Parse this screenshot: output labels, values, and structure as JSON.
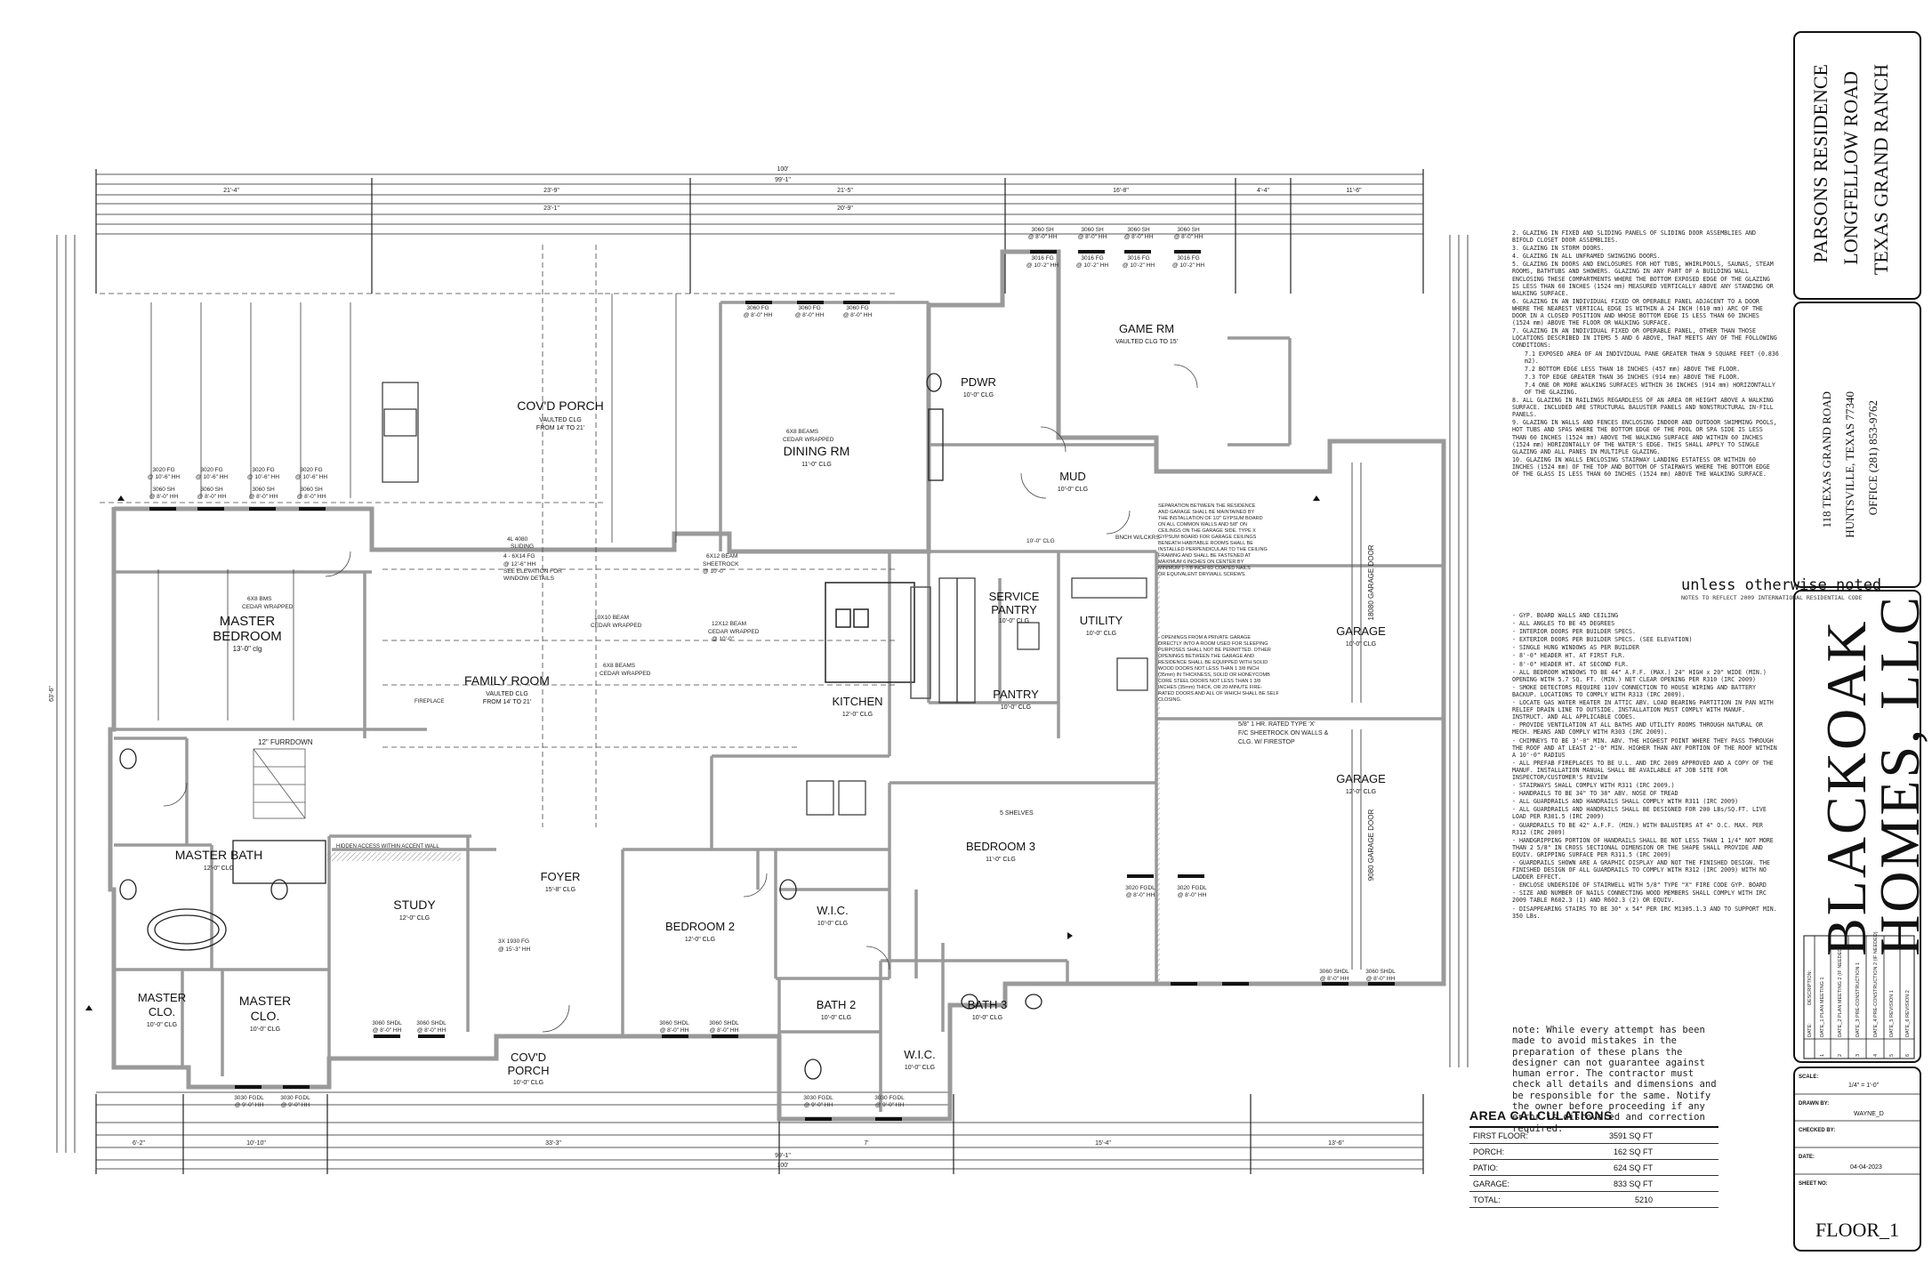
{
  "project": {
    "title": "PARSONS RESIDENCE",
    "line2": "LONGFELLOW ROAD",
    "line3": "TEXAS GRAND RANCH"
  },
  "builder": {
    "address1": "118 TEXAS GRAND ROAD",
    "address2": "HUNTSVILLE, TEXAS 77340",
    "phone": "OFFICE (281) 853-9762",
    "logo_line1": "BLACKOAK",
    "logo_line2": "HOMES, LLC"
  },
  "revisions": {
    "headers": [
      "DATE:",
      "DESCRIPTION:"
    ],
    "rows": [
      {
        "no": "1",
        "date": "DATE_1",
        "desc": "PLAN MEETING 1"
      },
      {
        "no": "2",
        "date": "DATE_2",
        "desc": "PLAN MEETING 2 (IF NEEDED)"
      },
      {
        "no": "3",
        "date": "DATE_3",
        "desc": "PRE-CONSTRUCTION 1"
      },
      {
        "no": "4",
        "date": "DATE_4",
        "desc": "PRE-CONSTRUCTION 2 (IF NEEDED)"
      },
      {
        "no": "5",
        "date": "DATE_5",
        "desc": "REVISION 1"
      },
      {
        "no": "6",
        "date": "DATE_6",
        "desc": "REVISION 2"
      }
    ]
  },
  "sheet": {
    "scale_label": "SCALE:",
    "scale": "1/4\" = 1'-0\"",
    "drawn_by_label": "DRAWN BY:",
    "drawn_by": "WAYNE_D",
    "checked_by_label": "CHECKED BY:",
    "date_label": "DATE:",
    "date": "04-04-2023",
    "sheet_no_label": "SHEET NO:",
    "sheet_no": "FLOOR_1"
  },
  "rooms": [
    {
      "name": "COV'D PORCH",
      "sub": "VAULTED CLG\nFROM 14' TO 21'"
    },
    {
      "name": "DINING RM",
      "sub": "11'-0\" CLG"
    },
    {
      "name": "PDWR",
      "sub": "10'-0\" CLG"
    },
    {
      "name": "GAME RM",
      "sub": "VAULTED CLG TO 15'"
    },
    {
      "name": "MUD",
      "sub": "10'-0\" CLG"
    },
    {
      "name": "MASTER",
      "sub": ""
    },
    {
      "name": "BEDROOM",
      "sub": "13'-0\" clg"
    },
    {
      "name": "FAMILY ROOM",
      "sub": "VAULTED CLG\nFROM 14' TO 21'"
    },
    {
      "name": "KITCHEN",
      "sub": "12'-0\" CLG"
    },
    {
      "name": "SERVICE",
      "sub": ""
    },
    {
      "name": "PANTRY",
      "sub": "10'-0\" CLG"
    },
    {
      "name": "PANTRY",
      "sub": "10'-0\" CLG"
    },
    {
      "name": "UTILITY",
      "sub": "10'-0\" CLG"
    },
    {
      "name": "GARAGE",
      "sub": "10'-0\" CLG"
    },
    {
      "name": "GARAGE",
      "sub": "12'-0\" CLG"
    },
    {
      "name": "MASTER BATH",
      "sub": "12'-0\" CLG"
    },
    {
      "name": "STUDY",
      "sub": "12'-0\" CLG"
    },
    {
      "name": "FOYER",
      "sub": "15'-8\" CLG"
    },
    {
      "name": "BEDROOM 2",
      "sub": "12'-0\" CLG"
    },
    {
      "name": "BEDROOM 3",
      "sub": "11'-0\" CLG"
    },
    {
      "name": "W.I.C.",
      "sub": "10'-0\" CLG"
    },
    {
      "name": "BATH 2",
      "sub": "10'-0\" CLG"
    },
    {
      "name": "BATH 3",
      "sub": "10'-0\" CLG"
    },
    {
      "name": "MASTER",
      "sub": ""
    },
    {
      "name": "CLO.",
      "sub": "10'-0\" CLG"
    },
    {
      "name": "MASTER",
      "sub": ""
    },
    {
      "name": "CLO.",
      "sub": "10'-0\" CLG"
    },
    {
      "name": "COV'D",
      "sub": ""
    },
    {
      "name": "PORCH",
      "sub": "10'-0\" CLG"
    },
    {
      "name": "W.I.C.",
      "sub": "10'-0\" CLG"
    }
  ],
  "labels": {
    "garage_door_1": "18080 GARAGE DOOR",
    "garage_door_2": "9080 GARAGE DOOR",
    "firewall": "5/8\" 1 HR. RATED TYPE 'X'\nF/C SHEETROCK ON WALLS &\nCLG. W/ FIRESTOP",
    "shelves": "5 SHELVES",
    "furrdown": "12\" FURRDOWN",
    "hidden_access": "HIDDEN ACCESS WITHIN ACCENT WALL",
    "fireplace": "FIREPLACE",
    "beam1": "6X8 BEAMS\nCEDAR WRAPPED",
    "beam2": "10X10 BEAM\nCEDAR WRAPPED",
    "beam3": "6X8 BEAMS\nCEDAR WRAPPED",
    "beam4": "12X12 BEAM\nCEDAR WRAPPED"
  },
  "dimensions": {
    "overall_top": "100'",
    "overall_top2": "99'-1\"",
    "top_row": [
      "21'-4\"",
      "23'-9\"",
      "21'-5\"",
      "16'-8\"",
      "4'-4\"",
      "11'-6\""
    ],
    "top_row2": [
      "23'-1\"",
      "20'-9\""
    ],
    "left_overall": "63'-6\"",
    "bottom_overall": "100'",
    "bottom_overall2": "99'-1\"",
    "bottom_row": [
      "6'-2\"",
      "10'-10\"",
      "33'-3\"",
      "7'",
      "15'-4\"",
      "13'-6\""
    ]
  },
  "windows": {
    "w1": "3020 FG\n@ 10'-6\" HH",
    "w2": "3060 SH\n@ 8'-0\" HH",
    "w3": "3060 FG\n@ 8'-0\" HH",
    "w4": "3016 FG\n@ 10'-2\" HH",
    "w5": "3060 SHDL\n@ 8'-0\" HH",
    "w6": "3030 FGDL\n@ 9'-0\" HH",
    "w7": "3020 FGDL\n@ 8'-0\" HH"
  },
  "notes_glazing": [
    "2. GLAZING IN FIXED AND SLIDING PANELS OF SLIDING DOOR ASSEMBLIES AND BIFOLD CLOSET DOOR ASSEMBLIES.",
    "3. GLAZING IN STORM DOORS.",
    "4. GLAZING IN ALL UNFRAMED SWINGING DOORS.",
    "5. GLAZING IN DOORS AND ENCLOSURES FOR HOT TUBS, WHIRLPOOLS, SAUNAS, STEAM ROOMS, BATHTUBS AND SHOWERS. GLAZING IN ANY PART OF A BUILDING WALL ENCLOSING THESE COMPARTMENTS WHERE THE BOTTOM EXPOSED EDGE OF THE GLAZING IS LESS THAN 60 INCHES (1524 mm) MEASURED VERTICALLY ABOVE ANY STANDING OR WALKING SURFACE.",
    "6. GLAZING IN AN INDIVIDUAL FIXED OR OPERABLE PANEL ADJACENT TO A DOOR WHERE THE NEAREST VERTICAL EDGE IS WITHIN A 24 INCH (610 mm) ARC OF THE DOOR IN A CLOSED POSITION AND WHOSE BOTTOM EDGE IS LESS THAN 60 INCHES (1524 mm) ABOVE THE FLOOR OR WALKING SURFACE.",
    "7. GLAZING IN AN INDIVIDUAL FIXED OR OPERABLE PANEL, OTHER THAN THOSE LOCATIONS DESCRIBED IN ITEMS 5 AND 6 ABOVE, THAT MEETS ANY OF THE FOLLOWING CONDITIONS:",
    "7.1 EXPOSED AREA OF AN INDIVIDUAL PANE GREATER THAN 9 SQUARE FEET (0.836 m2).",
    "7.2 BOTTOM EDGE LESS THAN 18 INCHES (457 mm) ABOVE THE FLOOR.",
    "7.3 TOP EDGE GREATER THAN 36 INCHES (914 mm) ABOVE THE FLOOR.",
    "7.4 ONE OR MORE WALKING SURFACES WITHIN 36 INCHES (914 mm) HORIZONTALLY OF THE GLAZING.",
    "8. ALL GLAZING IN RAILINGS REGARDLESS OF AN AREA OR HEIGHT ABOVE A WALKING SURFACE. INCLUDED ARE STRUCTURAL BALUSTER PANELS AND NONSTRUCTURAL IN-FILL PANELS.",
    "9. GLAZING IN WALLS AND FENCES ENCLOSING INDOOR AND OUTDOOR SWIMMING POOLS, HOT TUBS AND SPAS WHERE THE BOTTOM EDGE OF THE POOL OR SPA SIDE IS LESS THAN 60 INCHES (1524 mm) ABOVE THE WALKING SURFACE AND WITHIN 60 INCHES (1524 mm) HORIZONTALLY OF THE WATER'S EDGE. THIS SHALL APPLY TO SINGLE GLAZING AND ALL PANES IN MULTIPLE GLAZING.",
    "10. GLAZING IN WALLS ENCLOSING STAIRWAY LANDING ESTATESS OR WITHIN 60 INCHES (1524 mm) OF THE TOP AND BOTTOM OF STAIRWAYS WHERE THE BOTTOM EDGE OF THE GLASS IS LESS THAN 60 INCHES (1524 mm) ABOVE THE WALKING SURFACE."
  ],
  "uno": {
    "title": "unless otherwise noted",
    "sub": "NOTES TO REFLECT 2009 INTERNATIONAL RESIDENTIAL CODE"
  },
  "notes_general": [
    "- GYP. BOARD WALLS AND CEILING",
    "- ALL ANGLES TO BE 45 DEGREES",
    "- INTERIOR DOORS PER BUILDER SPECS.",
    "- EXTERIOR DOORS PER BUILDER SPECS. (SEE ELEVATION)",
    "- SINGLE HUNG WINDOWS AS PER BUILDER",
    "- 8'-0\" HEADER HT. AT FIRST FLR.",
    "- 8'-0\" HEADER HT. AT SECOND FLR.",
    "- ALL BEDROOM WINDOWS TO BE 44\" A.F.F. (MAX.) 24\" HIGH x 20\" WIDE (MIN.) OPENING WITH 5.7 SQ. FT. (MIN.) NET CLEAR OPENING PER R310 (IRC 2009)",
    "- SMOKE DETECTORS REQUIRE 110V CONNECTION TO HOUSE WIRING AND BATTERY BACKUP. LOCATIONS TO COMPLY WITH R313 (IRC 2009).",
    "- LOCATE GAS WATER HEATER IN ATTIC ABV. LOAD BEARING PARTITION IN PAN WITH RELIEF DRAIN LINE TO OUTSIDE. INSTALLATION MUST COMPLY WITH MANUF. INSTRUCT. AND ALL APPLICABLE CODES.",
    "- PROVIDE VENTILATION AT ALL BATHS AND UTILITY ROOMS THROUGH NATURAL OR MECH. MEANS AND COMPLY WITH R303 (IRC 2009).",
    "- CHIMNEYS TO BE 3'-0\" MIN. ABV. THE HIGHEST POINT WHERE THEY PASS THROUGH THE ROOF AND AT LEAST 2'-0\" MIN. HIGHER THAN ANY PORTION OF THE ROOF WITHIN A 10'-0\" RADIUS",
    "- ALL PREFAB FIREPLACES TO BE U.L. AND IRC 2009 APPROVED AND A COPY OF THE MANUF. INSTALLATION MANUAL SHALL BE AVAILABLE AT JOB SITE FOR INSPECTOR/CUSTOMER'S REVIEW",
    "- STAIRWAYS SHALL COMPLY WITH R311 (IRC 2009.)",
    "- HANDRAILS TO BE 34\" TO 38\" ABV. NOSE OF TREAD",
    "- ALL GUARDRAILS AND HANDRAILS SHALL COMPLY WITH R311 (IRC 2009)",
    "- ALL GUARDRAILS AND HANDRAILS SHALL BE DESIGNED FOR 200 LBs/SQ.FT. LIVE LOAD PER R301.5 (IRC 2009)",
    "- GUARDRAILS TO BE 42\" A.F.F. (MIN.) WITH BALUSTERS AT 4\" O.C. MAX. PER R312 (IRC 2009)",
    "- HANDGRIPPING PORTION OF HANDRAILS SHALL BE NOT LESS THAN 1 1/4\" NOT MORE THAN 2 5/8\" IN CROSS SECTIONAL DIMENSION OR THE SHAPE SHALL PROVIDE AND EQUIV. GRIPPING SURFACE PER R311.5 (IRC 2009)",
    "- GUARDRAILS SHOWN ARE A GRAPHIC DISPLAY AND NOT THE FINISHED DESIGN. THE FINISHED DESIGN OF ALL GUARDRAILS TO COMPLY WITH R312 (IRC 2009) WITH NO LADDER EFFECT.",
    "- ENCLOSE UNDERSIDE OF STAIRWELL WITH 5/8\" TYPE \"X\" FIRE CODE GYP. BOARD",
    "- SIZE AND NUMBER OF NAILS CONNECTING WOOD MEMBERS SHALL COMPLY WITH IRC 2009 TABLE R602.3 (1) AND R602.3 (2) OR EQUIV.",
    "- DISAPPEARING STAIRS TO BE 30\" x 54\" PER IRC M1305.1.3 AND TO SUPPORT MIN. 350 LBs."
  ],
  "disclaimer": "note: While every attempt has been made to avoid mistakes in the preparation of these plans the designer can not guarantee against human error. The contractor must check all details and dimensions and be responsible for the same. Notify the owner before proceeding if any error is discovered and correction required.",
  "area_calc": {
    "title": "AREA  CALCULATIONS",
    "rows": [
      {
        "label": "FIRST FLOOR:",
        "value": "3591  SQ FT"
      },
      {
        "label": "PORCH:",
        "value": "162  SQ FT"
      },
      {
        "label": "PATIO:",
        "value": "624  SQ FT"
      },
      {
        "label": "GARAGE:",
        "value": "833  SQ FT"
      },
      {
        "label": "TOTAL:",
        "value": "5210"
      }
    ]
  },
  "garage_note": "SEPARATION BETWEEN THE RESIDENCE AND GARAGE SHALL BE MAINTAINED BY THE INSTALLATION OF 1/2\" GYPSUM BOARD ON ALL COMMON WALLS AND 5/8\" ON CEILINGS ON THE GARAGE SIDE. TYPE X GYPSUM BOARD FOR GARAGE CEILINGS BENEATH HABITABLE ROOMS SHALL BE INSTALLED PERPENDICULAR TO THE CEILING FRAMING AND SHALL BE FASTENED AT MAXIMUM 6 INCHES ON CENTER BY MINIMUM 1-7/8 INCH 6D COATED NAILS OR EQUIVALENT DRYWALL SCREWS.",
  "garage_note2": "OPENINGS FROM A PRIVATE GARAGE DIRECTLY INTO A ROOM USED FOR SLEEPING PURPOSES SHALL NOT BE PERMITTED. OTHER OPENINGS BETWEEN THE GARAGE AND RESIDENCE SHALL BE EQUIPPED WITH SOLID WOOD DOORS NOT LESS THAN 1 3/8 INCH (35mm) IN THICKNESS, SOLID OR HONEYCOMB CORE STEEL DOORS NOT LESS THAN 1 3/8 INCHES (35mm) THICK, OR 20-MINUTE FIRE-RATED DOORS AND ALL OF WHICH SHALL BE SELF CLOSING."
}
